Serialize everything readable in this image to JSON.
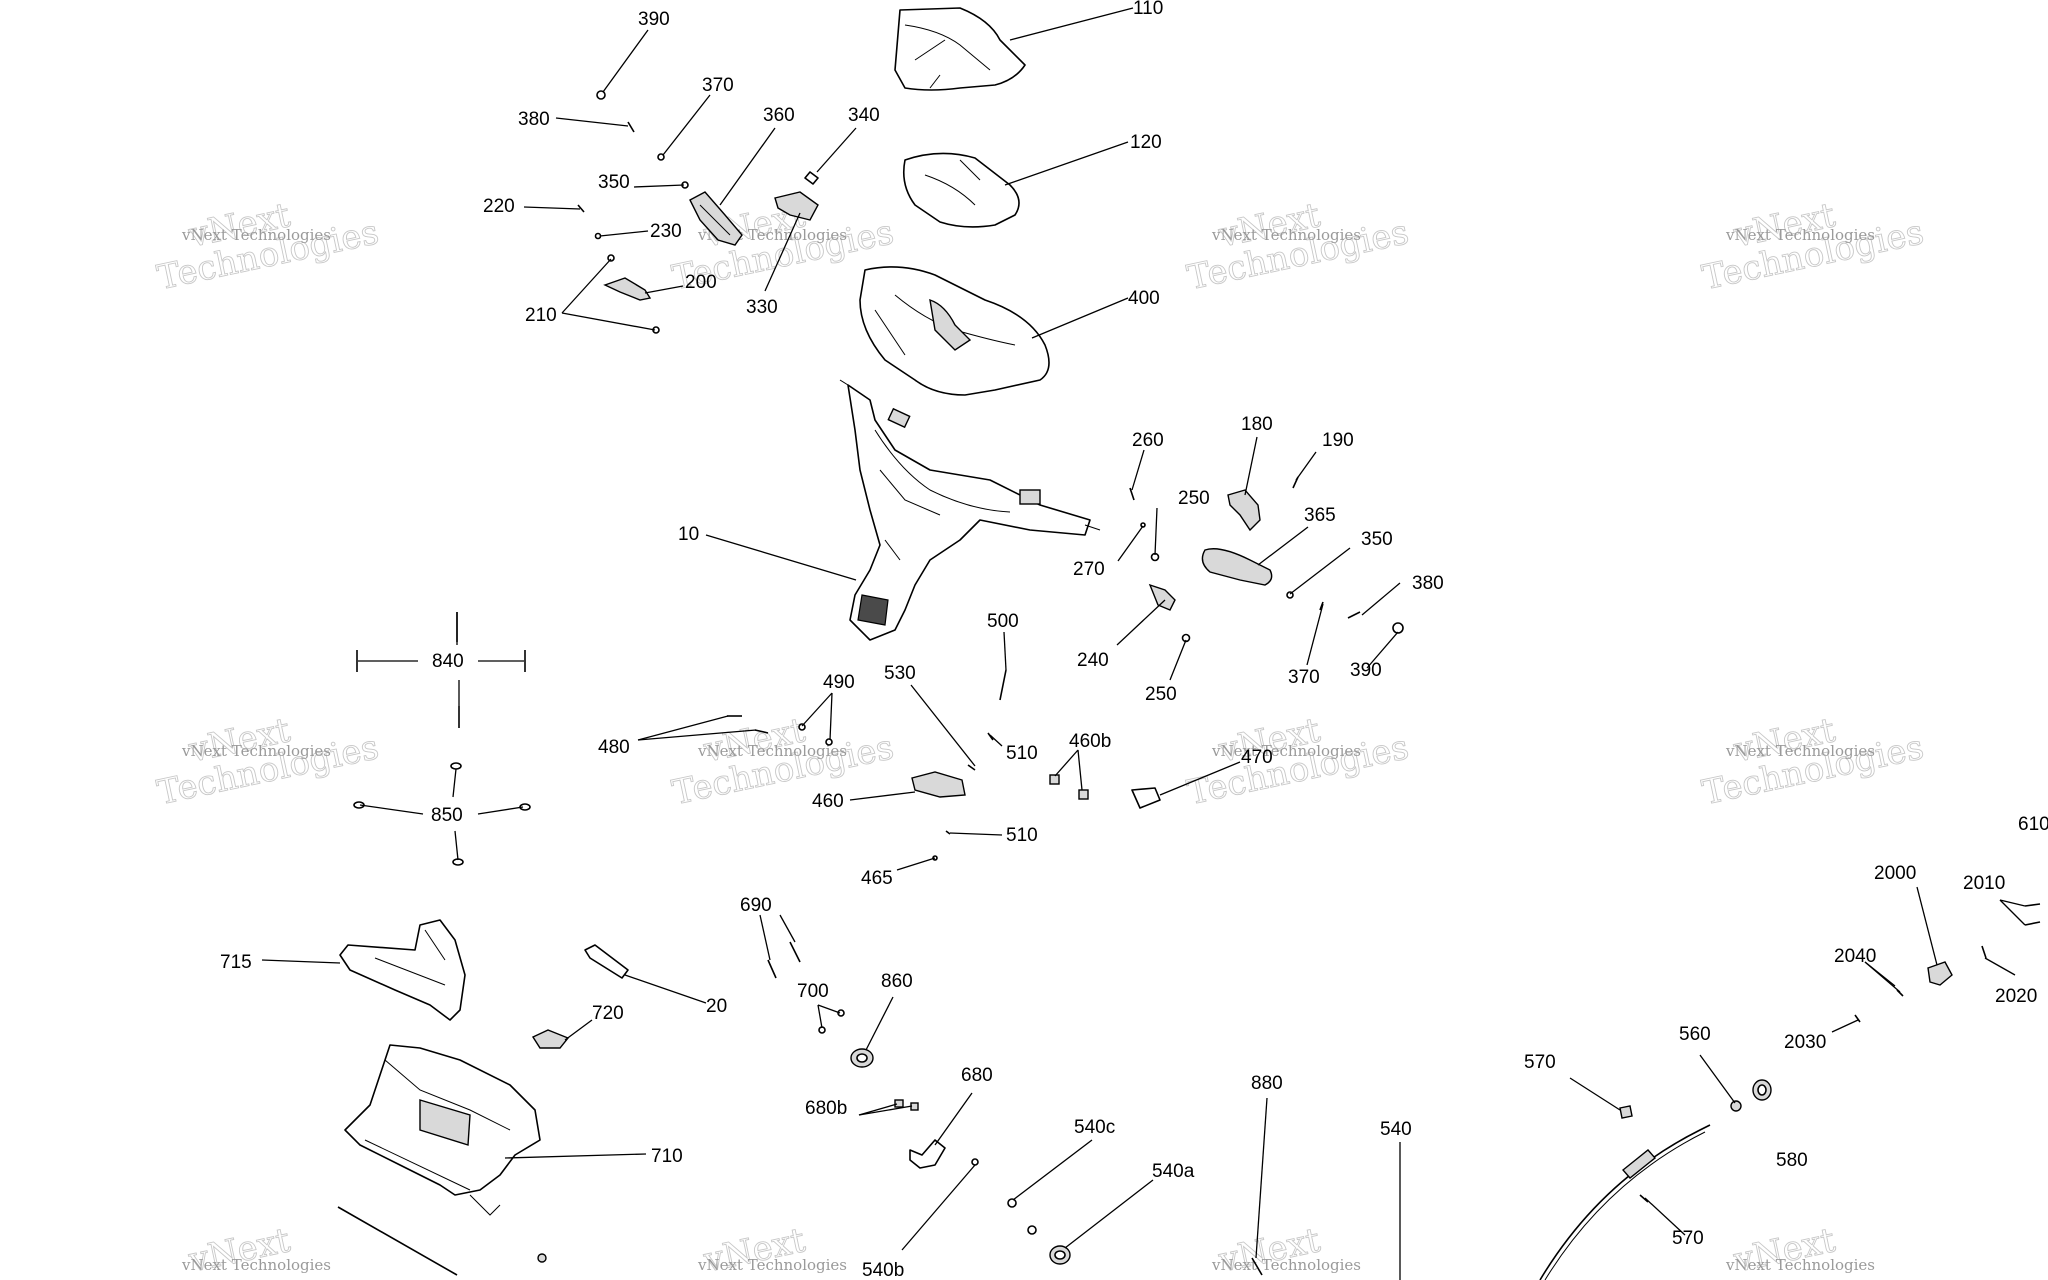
{
  "watermark": {
    "line1": "vNext Technologies",
    "line2": "vNext",
    "line3": "Technologies"
  },
  "callouts": {
    "c110": "110",
    "c120": "120",
    "c400": "400",
    "c390a": "390",
    "c380a": "380",
    "c370a": "370",
    "c360": "360",
    "c340": "340",
    "c350a": "350",
    "c220": "220",
    "c230": "230",
    "c200": "200",
    "c210": "210",
    "c330": "330",
    "c10": "10",
    "c260": "260",
    "c180": "180",
    "c190": "190",
    "c250a": "250",
    "c365": "365",
    "c350b": "350",
    "c270": "270",
    "c380b": "380",
    "c240": "240",
    "c250b": "250",
    "c370b": "370",
    "c390b": "390",
    "c500": "500",
    "c530": "530",
    "c490": "490",
    "c480": "480",
    "c510a": "510",
    "c460b": "460b",
    "c470": "470",
    "c460": "460",
    "c510b": "510",
    "c465": "465",
    "c840": "840",
    "c850": "850",
    "c690": "690",
    "c700": "700",
    "c860": "860",
    "c715": "715",
    "c20": "20",
    "c720": "720",
    "c710": "710",
    "c680": "680",
    "c680b": "680b",
    "c540c": "540c",
    "c540a": "540a",
    "c540b": "540b",
    "c880": "880",
    "c540": "540",
    "c570a": "570",
    "c560": "560",
    "c580": "580",
    "c570b": "570",
    "c2000": "2000",
    "c2010": "2010",
    "c2040": "2040",
    "c2020": "2020",
    "c2030": "2030",
    "c610": "610"
  },
  "colors": {
    "line": "#000000",
    "part_fill": "#d9d9d9",
    "watermark": "#c8c8c8"
  }
}
